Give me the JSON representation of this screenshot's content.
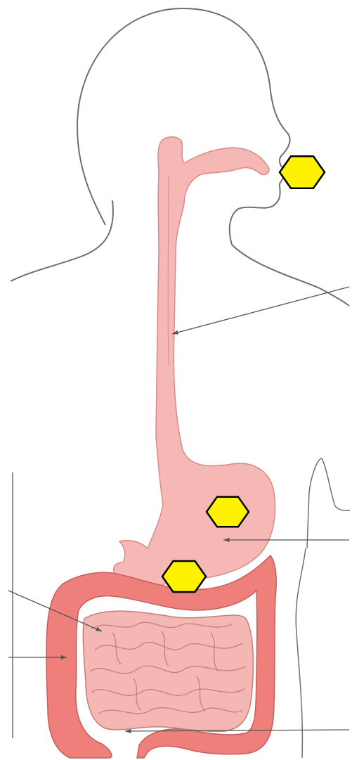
{
  "diagram": {
    "colors": {
      "background": "#ffffff",
      "outline": "#6f6f6f",
      "tract_fill": "#f6b8b5",
      "tract_stroke": "#d98a88",
      "colon_fill": "#ee7f7b",
      "colon_stroke": "#c85d5a",
      "small_intestine_fill": "#f4b7b3",
      "small_intestine_stroke": "#c97d7a",
      "hexagon_fill": "#fff200",
      "hexagon_stroke": "#000000",
      "pointer": "#555555"
    },
    "hexagon_markers": [
      {
        "icon": "hexagon-marker-mouth"
      },
      {
        "icon": "hexagon-marker-stomach"
      },
      {
        "icon": "hexagon-marker-pylorus"
      }
    ]
  }
}
